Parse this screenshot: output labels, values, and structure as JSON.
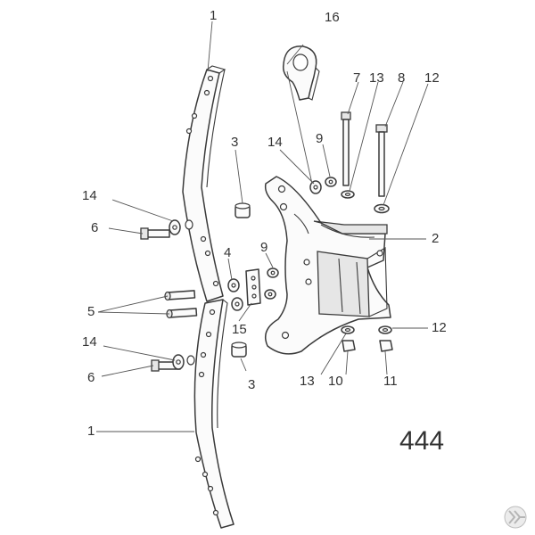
{
  "diagram": {
    "callouts": {
      "c1_top": "1",
      "c1_bottom": "1",
      "c2": "2",
      "c3_top": "3",
      "c3_bottom": "3",
      "c4": "4",
      "c5": "5",
      "c6_top": "6",
      "c6_bottom": "6",
      "c7": "7",
      "c8": "8",
      "c9_left": "9",
      "c9_right": "9",
      "c10": "10",
      "c11": "11",
      "c12_top": "12",
      "c12_bottom": "12",
      "c13_top": "13",
      "c13_bottom": "13",
      "c14_top": "14",
      "c14_mid": "14",
      "c14_bottom": "14",
      "c15": "15",
      "c16": "16"
    },
    "page_number": "444",
    "logo": {
      "name": "brand-logo",
      "color": "#bdbdbd"
    }
  }
}
